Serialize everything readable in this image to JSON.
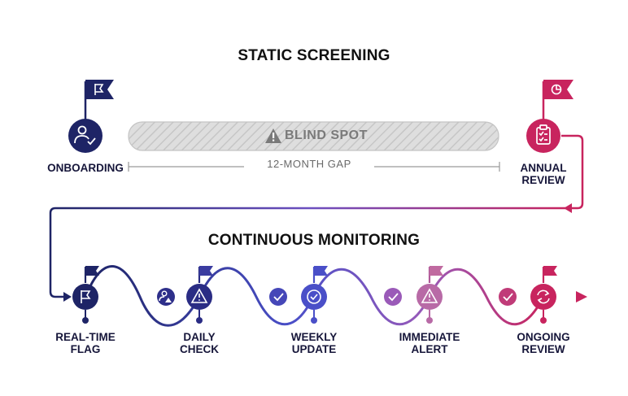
{
  "titles": {
    "static": "STATIC SCREENING",
    "continuous": "CONTINUOUS MONITORING"
  },
  "static_row": {
    "start_label": "ONBOARDING",
    "end_label_line1": "ANNUAL",
    "end_label_line2": "REVIEW",
    "blind_spot": "BLIND SPOT",
    "gap": "12-MONTH GAP"
  },
  "continuous_row": {
    "nodes": [
      {
        "line1": "REAL-TIME",
        "line2": "FLAG",
        "icon": "flag-icon"
      },
      {
        "line1": "DAILY",
        "line2": "CHECK",
        "icon": "warning-icon"
      },
      {
        "line1": "WEEKLY",
        "line2": "UPDATE",
        "icon": "check-circle-icon"
      },
      {
        "line1": "IMMEDIATE",
        "line2": "ALERT",
        "icon": "warning-icon"
      },
      {
        "line1": "ONGOING",
        "line2": "REVIEW",
        "icon": "refresh-icon"
      }
    ]
  },
  "colors": {
    "navy": "#1e2466",
    "indigo": "#3b3fa8",
    "purple": "#8a4fb0",
    "pink": "#b8336a",
    "crimson": "#c8245e",
    "gray_bar": "#dcdcdc"
  }
}
